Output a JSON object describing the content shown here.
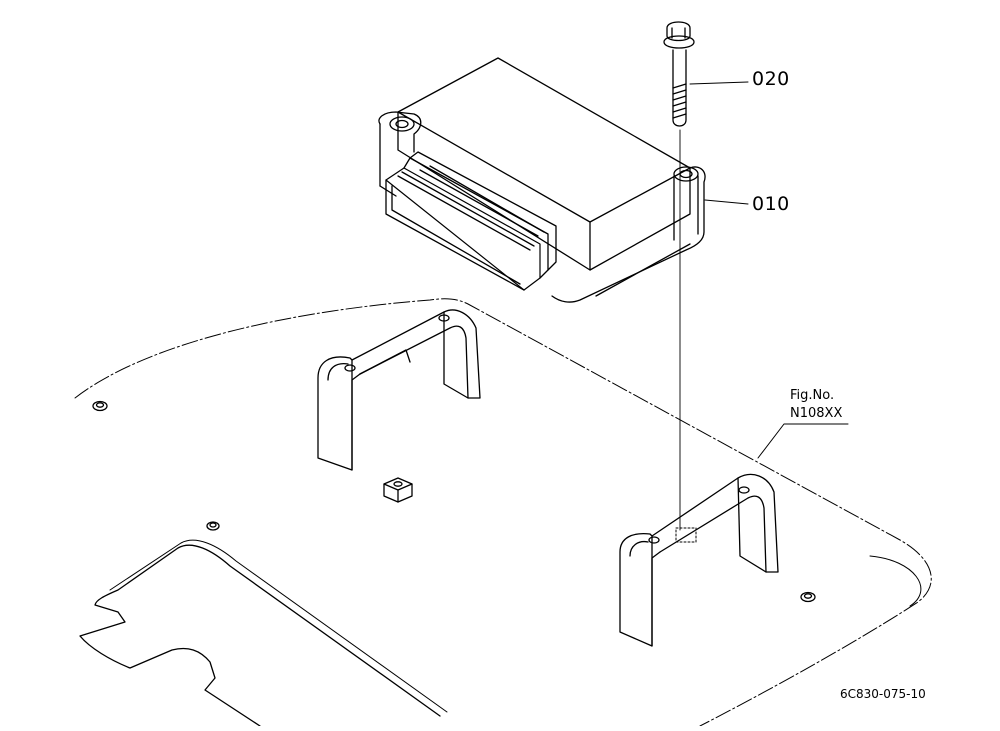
{
  "callouts": [
    {
      "id": "bolt",
      "number": "020"
    },
    {
      "id": "controller",
      "number": "010"
    }
  ],
  "figure_ref": {
    "line1": "Fig.No.",
    "line2": "N108XX"
  },
  "drawing_code": "6C830-075-10",
  "colors": {
    "line": "#000000",
    "background": "#ffffff"
  }
}
